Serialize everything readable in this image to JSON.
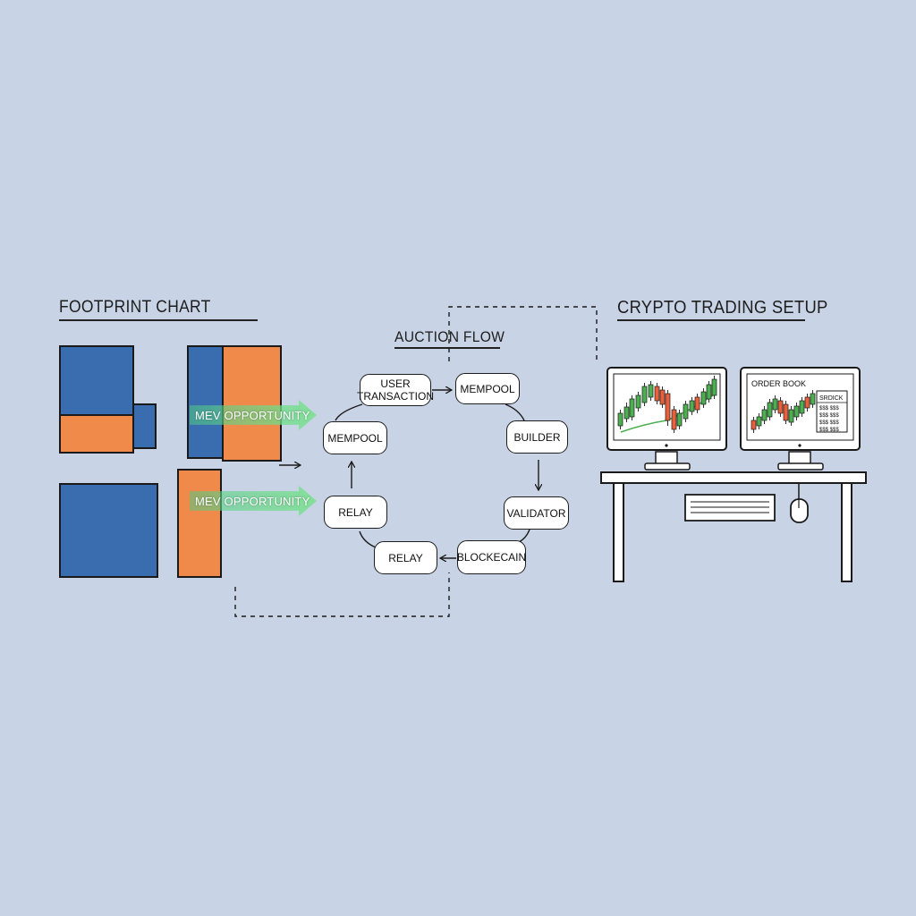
{
  "sections": {
    "footprint_title": "FOOTPRINT CHART",
    "auction_title": "AUCTION FLOW",
    "setup_title": "CRYPTO TRADING SETUP"
  },
  "mev_labels": [
    "MEV OPPORTUNITY",
    "MEV OPPORTUNITY"
  ],
  "auction_nodes": {
    "user_transaction": "USER\nTRANSACTION",
    "mempool_top": "MEMPOOL",
    "mempool_left": "MEMPOOL",
    "builder": "BUILDER",
    "validator": "VALIDATOR",
    "blockchain": "BLOCKECAIN",
    "relay_left": "RELAY",
    "relay_bottom": "RELAY"
  },
  "monitor_right": {
    "title": "ORDER BOOK",
    "table_header": "SRDICK",
    "rows": [
      "$$$ $$$",
      "$$$ $$$",
      "$$$ $$$",
      "$$$ $$$"
    ]
  },
  "colors": {
    "background": "#c8d4e6",
    "block_blue": "#3a6db0",
    "block_orange": "#f08a4b",
    "arrow_green": "#6fdc8c",
    "candle_green": "#4caf50",
    "candle_red": "#e8603c"
  }
}
